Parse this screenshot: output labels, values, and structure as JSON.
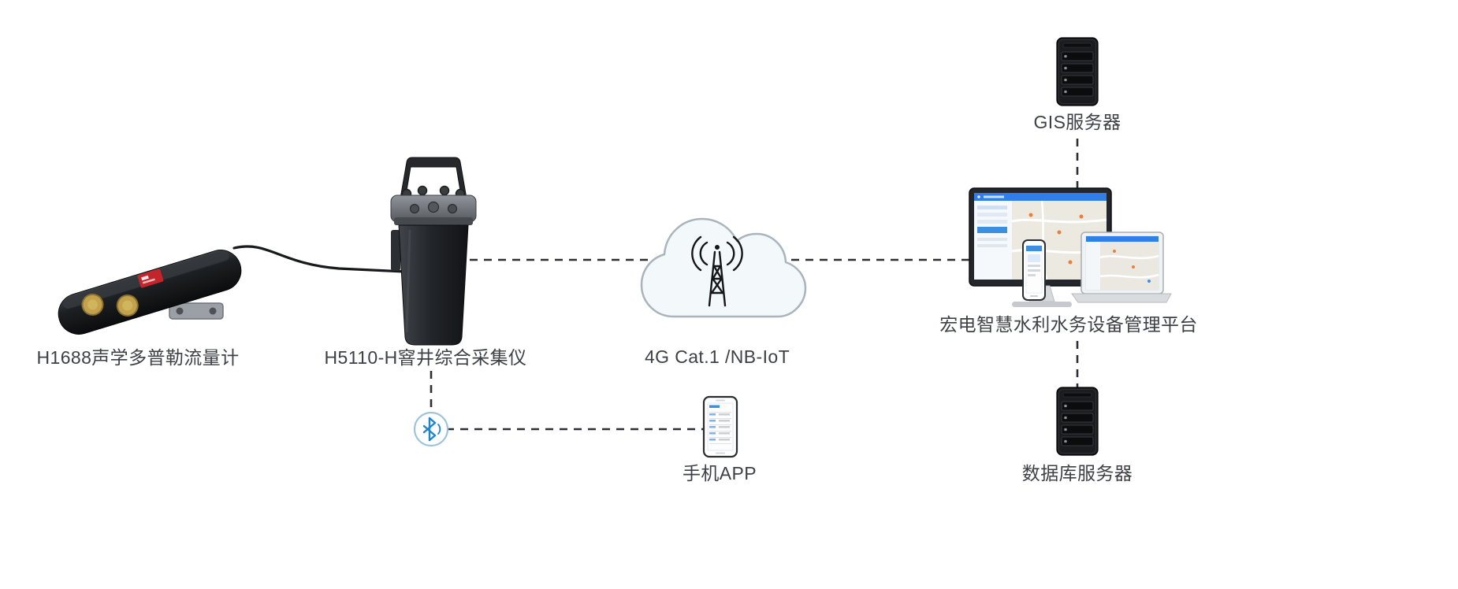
{
  "diagram": {
    "nodes": {
      "flowmeter": {
        "label": "H1688声学多普勒流量计",
        "icon": "doppler-flowmeter-icon"
      },
      "collector": {
        "label": "H5110-H窨井综合采集仪",
        "icon": "manhole-collector-icon"
      },
      "network": {
        "label": "4G Cat.1 /NB-IoT",
        "icon": "cellular-cloud-icon"
      },
      "platform": {
        "label": "宏电智慧水利水务设备管理平台",
        "icon": "management-platform-icon"
      },
      "gis_server": {
        "label": "GIS服务器",
        "icon": "server-tower-icon"
      },
      "db_server": {
        "label": "数据库服务器",
        "icon": "server-tower-icon"
      },
      "mobile_app": {
        "label": "手机APP",
        "icon": "smartphone-icon"
      },
      "bluetooth": {
        "label": "",
        "icon": "bluetooth-icon"
      }
    },
    "connections": [
      {
        "from": "flowmeter",
        "to": "collector",
        "style": "solid"
      },
      {
        "from": "collector",
        "to": "network",
        "style": "dashed"
      },
      {
        "from": "network",
        "to": "platform",
        "style": "dashed"
      },
      {
        "from": "gis_server",
        "to": "platform",
        "style": "dashed"
      },
      {
        "from": "platform",
        "to": "db_server",
        "style": "dashed"
      },
      {
        "from": "collector",
        "to": "bluetooth",
        "style": "dashed"
      },
      {
        "from": "bluetooth",
        "to": "mobile_app",
        "style": "dashed"
      }
    ],
    "colors": {
      "label_text": "#3d4045",
      "line": "#2c2f33",
      "cloud_fill": "#f3f8fb",
      "cloud_stroke": "#a9b4bc",
      "bluetooth_blue": "#1f86c9",
      "ui_accent_blue": "#2f7fe8",
      "transducer_gold": "#c3a24d",
      "logo_red": "#c4252b"
    }
  }
}
